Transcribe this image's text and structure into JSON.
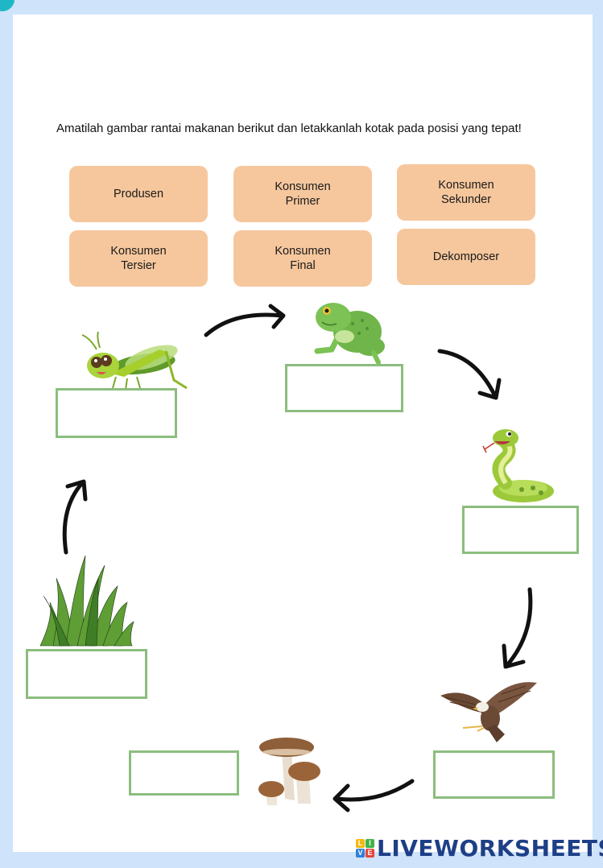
{
  "instruction": "Amatilah gambar rantai makanan berikut dan letakkanlah kotak  pada posisi yang tepat!",
  "tiles": [
    {
      "line1": "Produsen",
      "line2": ""
    },
    {
      "line1": "Konsumen",
      "line2": "Primer"
    },
    {
      "line1": "Konsumen",
      "line2": "Sekunder"
    },
    {
      "line1": "Konsumen",
      "line2": "Tersier"
    },
    {
      "line1": "Konsumen",
      "line2": "Final"
    },
    {
      "line1": "Dekomposer",
      "line2": ""
    }
  ],
  "organisms": [
    "grasshopper",
    "frog",
    "snake",
    "eagle",
    "mushroom",
    "grass"
  ],
  "drop_boxes": [
    "",
    "",
    "",
    "",
    "",
    ""
  ],
  "logo": {
    "icon_letters": [
      "L",
      "I",
      "V",
      "E"
    ],
    "icon_colors": [
      "#f2b90f",
      "#3fb34a",
      "#2e7fd6",
      "#e7443a"
    ],
    "text": "LIVEWORKSHEETS"
  },
  "colors": {
    "tile": "#f6c79d",
    "drop_border": "#8cbd7e",
    "background": "#cfe3fa",
    "accent_dot": "#1fb7c6",
    "logo_text": "#1d3f86"
  }
}
